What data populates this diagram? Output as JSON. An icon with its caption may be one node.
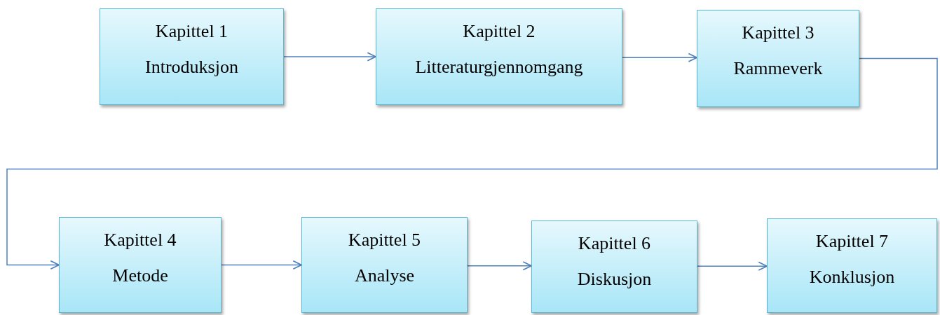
{
  "diagram": {
    "nodes": [
      {
        "text": [
          "Kapittel 1",
          "Introduksjon"
        ]
      },
      {
        "text": [
          "Kapittel 2",
          "Litteraturgjennomgang"
        ]
      },
      {
        "text": [
          "Kapittel 3",
          "Rammeverk"
        ]
      },
      {
        "text": [
          "Kapittel 4",
          "Metode"
        ]
      },
      {
        "text": [
          "Kapittel 5",
          "Analyse"
        ]
      },
      {
        "text": [
          "Kapittel 6",
          "Diskusjon"
        ]
      },
      {
        "text": [
          "Kapittel 7",
          "Konklusjon"
        ]
      }
    ],
    "edges": [
      {
        "from": 0,
        "to": 1,
        "arrow": "to"
      },
      {
        "from": 1,
        "to": 2,
        "arrow": "to"
      },
      {
        "from": 2,
        "to": 3,
        "arrow": "to"
      },
      {
        "from": 3,
        "to": 4,
        "arrow": "to"
      },
      {
        "from": 4,
        "to": 5,
        "arrow": "to"
      },
      {
        "from": 5,
        "to": 6,
        "arrow": "to"
      }
    ]
  }
}
